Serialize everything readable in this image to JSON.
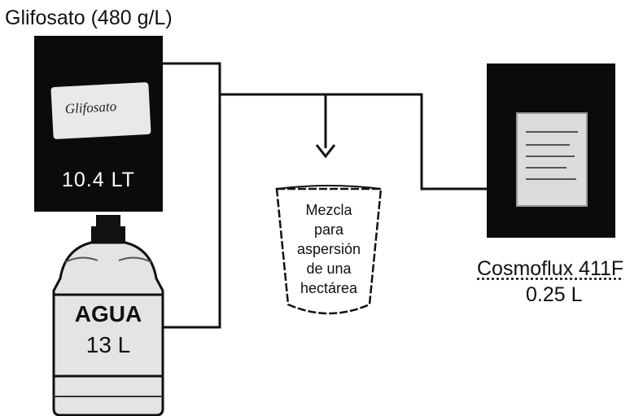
{
  "glyphosate": {
    "title": "Glifosato (480 g/L)",
    "can_brand": "Glifosato",
    "quantity": "10.4  LT"
  },
  "water": {
    "label": "AGUA",
    "quantity": "13 L"
  },
  "mixture": {
    "lines": [
      "Mezcla",
      "para",
      "aspersión",
      "de una",
      "hectárea"
    ]
  },
  "adjuvant": {
    "name": "Cosmoflux 411F",
    "quantity": "0.25 L"
  },
  "colors": {
    "line": "#111111",
    "photo_dark": "#0b0b0b",
    "background": "#ffffff"
  }
}
